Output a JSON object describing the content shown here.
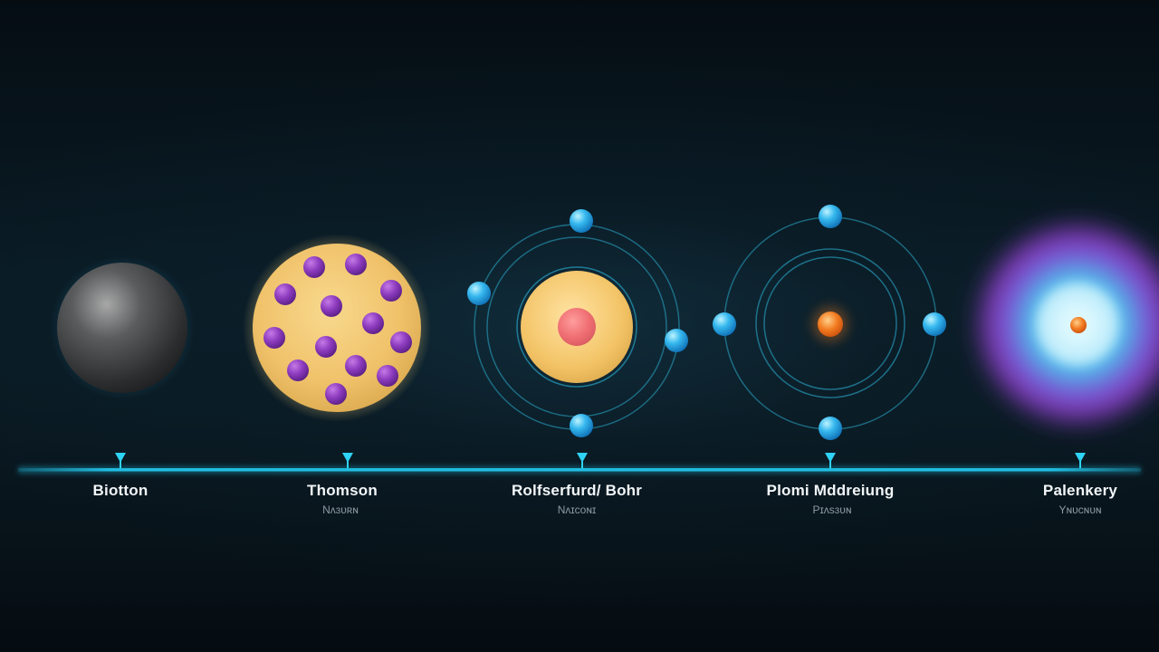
{
  "timeline": {
    "accent_color": "#22c8ee",
    "models": [
      {
        "label": "Biotton",
        "sublabel": ""
      },
      {
        "label": "Thomson",
        "sublabel": "Nʌɜᴜʀɴ"
      },
      {
        "label": "Rolfserfurd/ Bohr",
        "sublabel": "Nʌɪᴄᴏɴɪ"
      },
      {
        "label": "Plomi Mddreiung",
        "sublabel": "Pɪʌsɜᴜɴ"
      },
      {
        "label": "Palenkery",
        "sublabel": "Yɴᴜᴄɴᴜɴ"
      }
    ]
  }
}
